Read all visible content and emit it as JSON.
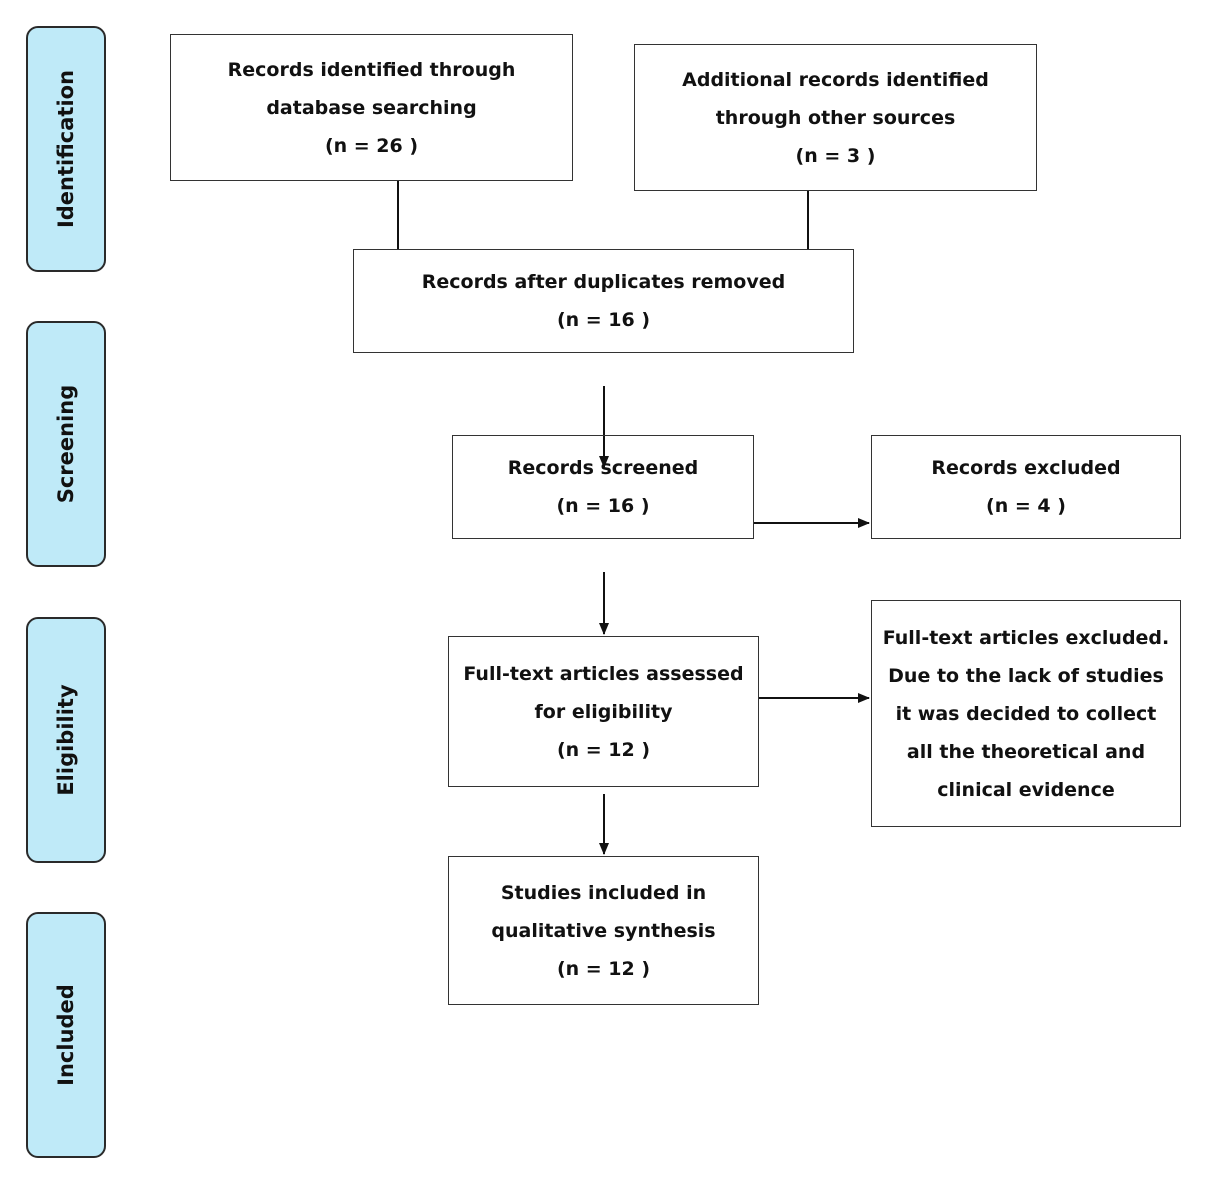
{
  "stages": {
    "identification": "Identification",
    "screening": "Screening",
    "eligibility": "Eligibility",
    "included": "Included"
  },
  "boxes": {
    "database": {
      "line1": "Records identified through",
      "line2": "database searching",
      "count": "(n = 26 )"
    },
    "other": {
      "line1": "Additional records identified",
      "line2": "through other sources",
      "count": "(n = 3 )"
    },
    "duplicates": {
      "line1": "Records after duplicates removed",
      "count": "(n = 16 )"
    },
    "screened": {
      "line1": "Records screened",
      "count": "(n = 16 )"
    },
    "excluded": {
      "line1": "Records excluded",
      "count": "(n = 4 )"
    },
    "fulltext": {
      "line1": "Full-text articles assessed",
      "line2": "for eligibility",
      "count": "(n = 12 )"
    },
    "fulltext_excluded": {
      "line1": "Full-text articles excluded.",
      "line2": "Due to the lack of studies",
      "line3": "it was decided to collect",
      "line4": "all the theoretical and",
      "line5": "clinical evidence"
    },
    "included": {
      "line1": "Studies included in",
      "line2": "qualitative synthesis",
      "count": "(n = 12 )"
    }
  }
}
